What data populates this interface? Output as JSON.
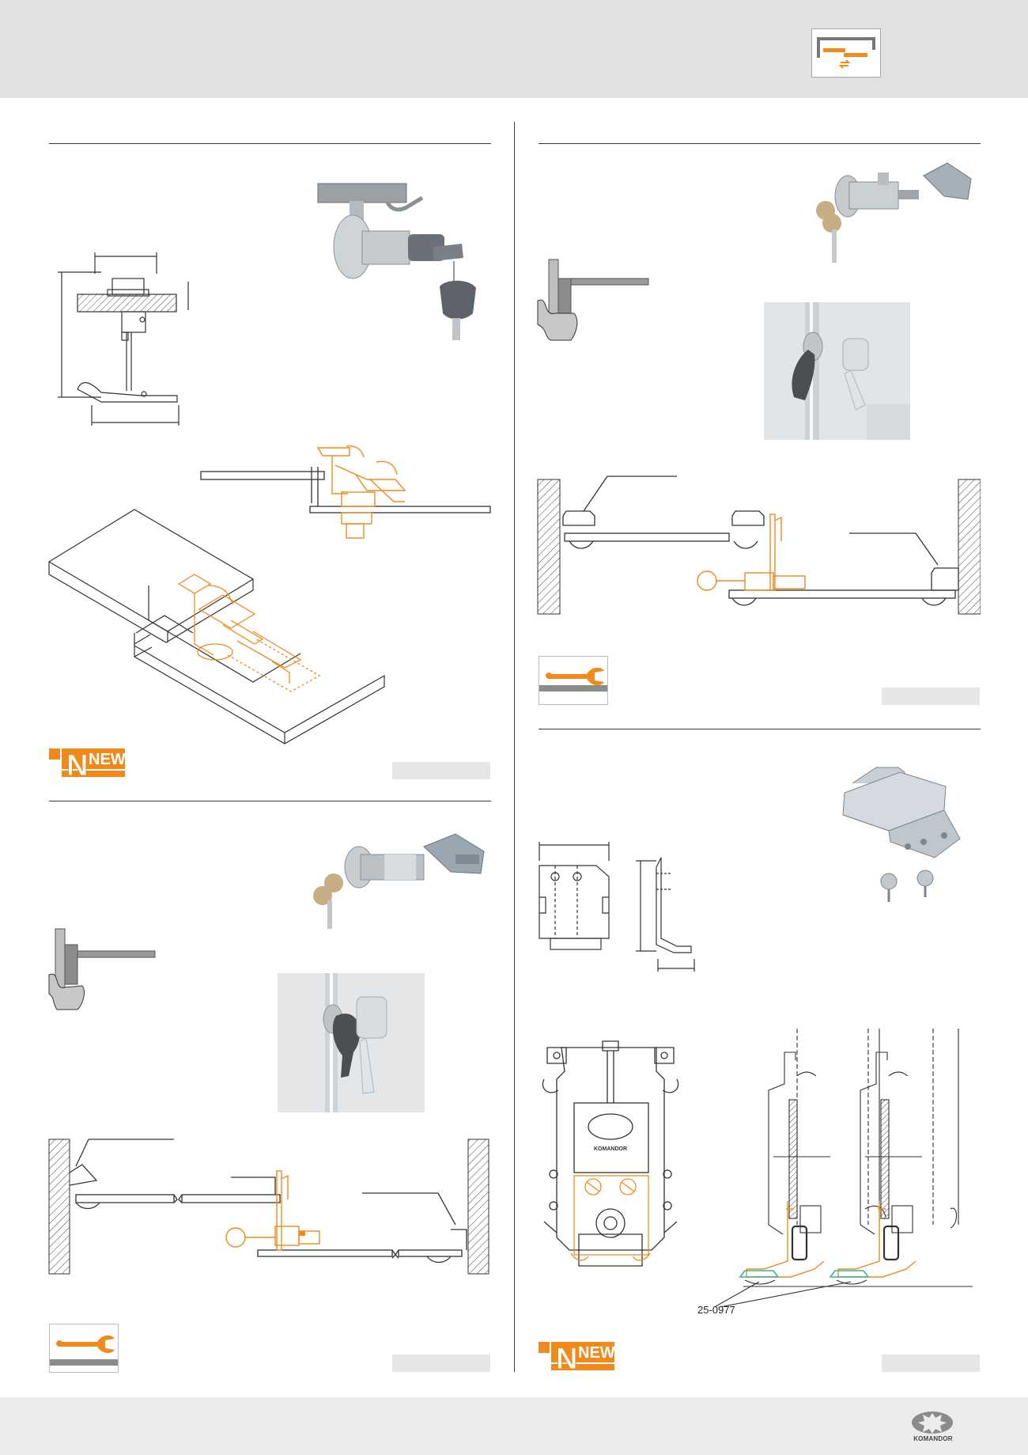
{
  "figure4": {
    "callout_code": "25-0977",
    "komandor_label": "KOMANDOR"
  },
  "badges": {
    "new_text_1": "NEW",
    "new_text_2": "NEW"
  },
  "footer": {
    "brand": "KOMANDOR"
  },
  "colors": {
    "accent_orange": "#f08a1c",
    "header_gray": "#e1e1e1",
    "footer_gray": "#ececec",
    "line_dark": "#333333",
    "code_box_gray": "#e6e6e6",
    "hardware_green": "#3cb39a"
  }
}
